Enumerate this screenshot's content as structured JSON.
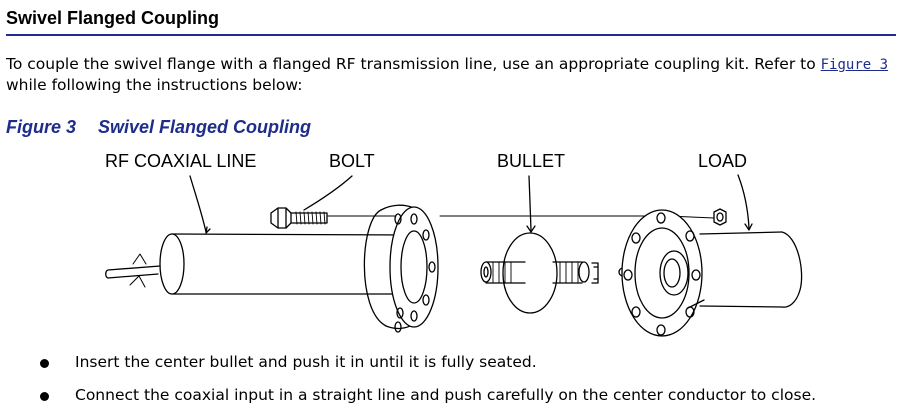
{
  "section": {
    "title": "Swivel Flanged Coupling",
    "accent_color": "#1f2d8a"
  },
  "intro": {
    "text_before": "To couple the swivel flange with a flanged RF transmission line, use an appropriate coupling kit. Refer to ",
    "link_text": "Figure 3",
    "text_after": " while following the instructions below:"
  },
  "figure": {
    "number": "Figure 3",
    "title": "Swivel Flanged Coupling",
    "labels": {
      "rf_line": "RF COAXIAL LINE",
      "bolt": "BOLT",
      "bullet": "BULLET",
      "load": "LOAD"
    }
  },
  "steps": [
    "Insert the center bullet and push it in until it is fully seated.",
    "Connect the coaxial input in a straight line and push carefully on the center conductor to close."
  ]
}
